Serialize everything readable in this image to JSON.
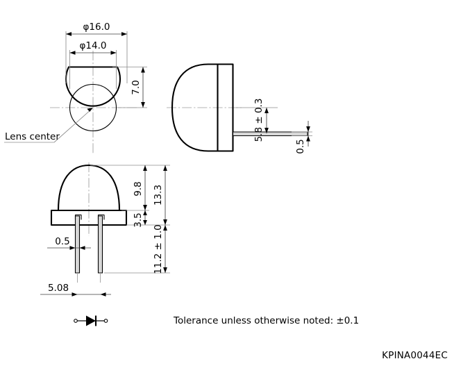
{
  "drawing": {
    "title_part_number": "KPINA0044EC",
    "tolerance_note": "Tolerance unless otherwise noted: ±0.1",
    "lens_center_label": "Lens center",
    "views": {
      "top": {
        "name": "top-view",
        "dimensions": {
          "outer_diameter": "φ16.0",
          "inner_diameter": "φ14.0",
          "flat_to_center": "7.0"
        }
      },
      "side": {
        "name": "side-view",
        "dimensions": {
          "lead_offset_from_axis": "5.8 ± 0.3",
          "lead_thickness": "0.5"
        }
      },
      "front": {
        "name": "front-view",
        "dimensions": {
          "dome_height": "9.8",
          "total_body_height": "13.3",
          "flange_height": "3.5",
          "lead_length": "11.2 ± 1.0",
          "lead_width": "0.5",
          "lead_pitch": "5.08"
        }
      },
      "schematic": {
        "name": "diode-symbol",
        "type": "diode"
      }
    }
  }
}
